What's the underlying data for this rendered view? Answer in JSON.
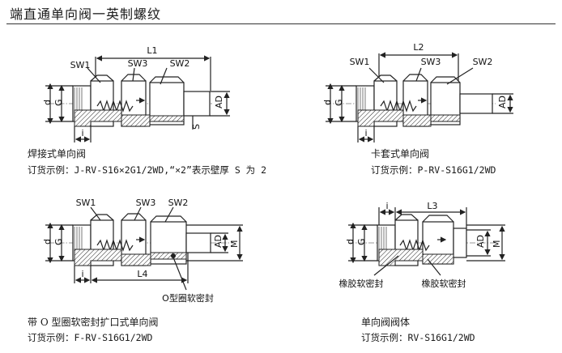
{
  "header": {
    "title": "端直通单向阀一英制螺纹"
  },
  "labels": {
    "sw1": "SW1",
    "sw2": "SW2",
    "sw3": "SW3",
    "l1": "L1",
    "l2": "L2",
    "l3": "L3",
    "l4": "L4",
    "d": "d",
    "g": "G",
    "ad": "AD",
    "m": "M",
    "i": "i",
    "s": "S",
    "o_ring": "O型圈软密封",
    "rubber_seal_1": "橡胶软密封",
    "rubber_seal_2": "橡胶软密封"
  },
  "variants": [
    {
      "name": "焊接式单向阀",
      "order": "订货示例：J-RV-S16×2G1/2WD,“×2”表示壁厚 S 为 2"
    },
    {
      "name": "卡套式单向阀",
      "order": "订货示例：P-RV-S16G1/2WD"
    },
    {
      "name": "带 O 型圈软密封扩口式单向阀",
      "order": "订货示例：F-RV-S16G1/2WD"
    },
    {
      "name": "单向阀阀体",
      "order": "订货示例：RV-S16G1/2WD"
    }
  ]
}
